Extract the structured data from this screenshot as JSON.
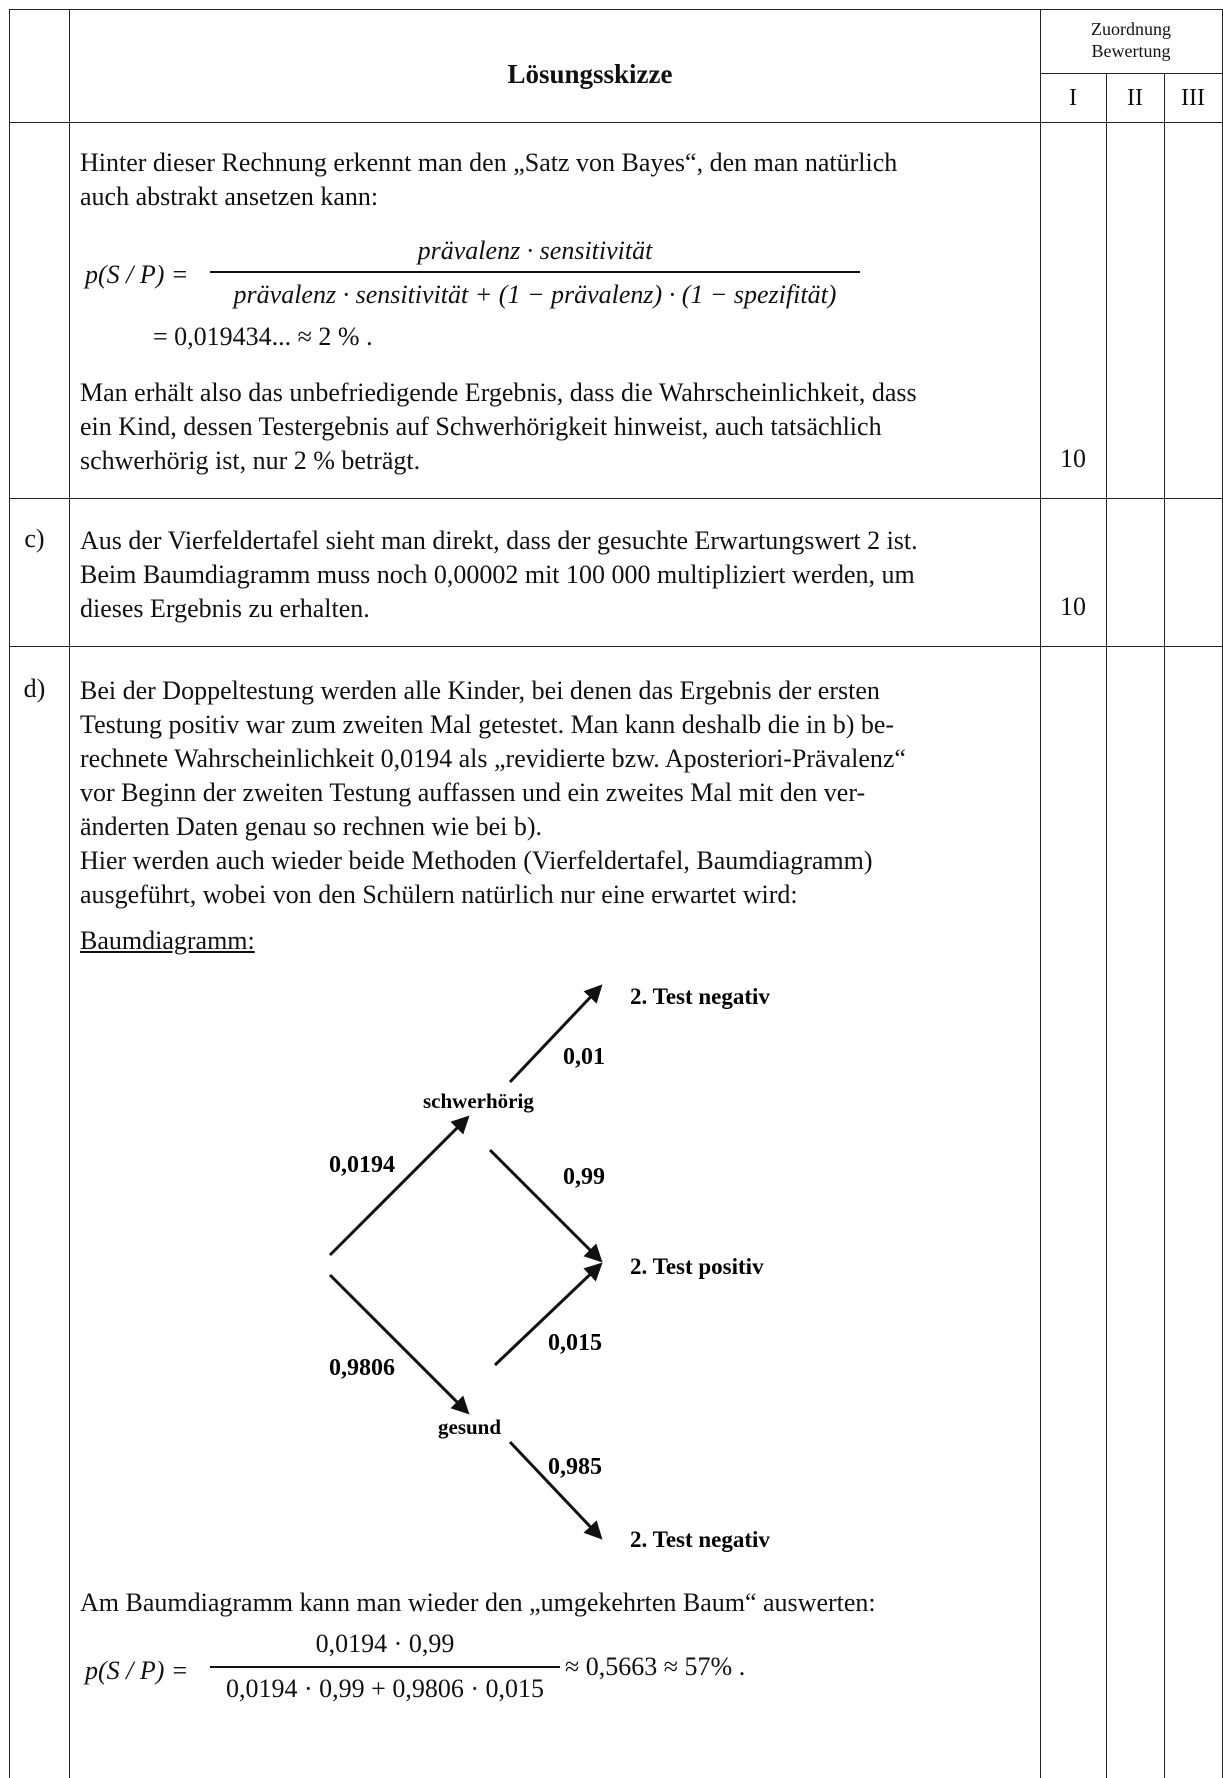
{
  "header": {
    "title": "Lösungsskizze",
    "assign_line1": "Zuordnung",
    "assign_line2": "Bewertung",
    "col_I": "I",
    "col_II": "II",
    "col_III": "III"
  },
  "section_b_cont": {
    "intro_line1": "Hinter dieser Rechnung erkennt man den „Satz von Bayes“, den man natürlich",
    "intro_line2": "auch abstrakt ansetzen kann:",
    "formula_lhs": "p(S / P) =",
    "formula_num": "prävalenz · sensitivität",
    "formula_den": "prävalenz · sensitivität + (1 − prävalenz) · (1 − spezifität)",
    "formula_result": "= 0,019434... ≈ 2 % .",
    "concl_line1": "Man erhält also das unbefriedigende Ergebnis, dass die Wahrscheinlichkeit, dass",
    "concl_line2": "ein Kind, dessen Testergebnis auf Schwerhörigkeit hinweist, auch tatsächlich",
    "concl_line3": "schwerhörig ist, nur 2 % beträgt.",
    "score_I": "10"
  },
  "section_c": {
    "label": "c)",
    "line1": "Aus der Vierfeldertafel sieht man direkt, dass der gesuchte Erwartungswert 2 ist.",
    "line2": "Beim Baumdiagramm muss noch 0,00002 mit 100 000 multipliziert werden, um",
    "line3": "dieses Ergebnis zu erhalten.",
    "score_I": "10"
  },
  "section_d": {
    "label": "d)",
    "line1": "Bei der Doppeltestung werden alle Kinder, bei denen das Ergebnis der ersten",
    "line2": "Testung positiv war zum zweiten Mal getestet. Man kann deshalb die in b) be-",
    "line3": "rechnete Wahrscheinlichkeit 0,0194 als „revidierte bzw. Aposteriori-Prävalenz“",
    "line4": "vor Beginn der zweiten Testung auffassen und ein zweites Mal mit den ver-",
    "line5": "änderten Daten genau so rechnen wie bei b).",
    "line6": "Hier werden auch wieder beide Methoden (Vierfeldertafel, Baumdiagramm)",
    "line7": "ausgeführt, wobei von den Schülern natürlich nur eine erwartet wird:",
    "tree_heading": "Baumdiagramm:",
    "tree": {
      "node_top": "schwerhörig",
      "node_bottom": "gesund",
      "leaf_top": "2. Test negativ",
      "leaf_mid": "2. Test positiv",
      "leaf_bottom": "2. Test negativ",
      "p_root_top": "0,0194",
      "p_root_bottom": "0,9806",
      "p_top_neg": "0,01",
      "p_top_pos": "0,99",
      "p_bot_pos": "0,015",
      "p_bot_neg": "0,985"
    },
    "after_tree": "Am Baumdiagramm kann man wieder den „umgekehrten Baum“ auswerten:",
    "formula2_lhs": "p(S / P) =",
    "formula2_num": "0,0194 · 0,99",
    "formula2_den": "0,0194 · 0,99 + 0,9806 · 0,015",
    "formula2_result": "≈ 0,5663 ≈ 57% ."
  }
}
